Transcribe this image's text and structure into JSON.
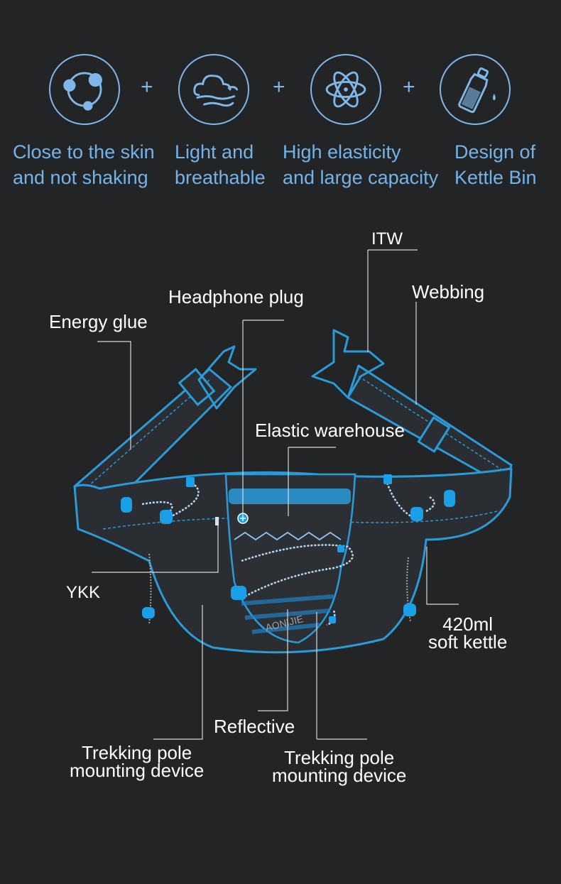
{
  "features": [
    {
      "icon": "orbit-dots-icon",
      "line1": "Close to the skin",
      "line2": "and not shaking"
    },
    {
      "icon": "cloud-wind-icon",
      "line1": "Light and",
      "line2": "breathable"
    },
    {
      "icon": "atom-icon",
      "line1": "High elasticity",
      "line2": "and large capacity"
    },
    {
      "icon": "water-bottle-icon",
      "line1": "Design of",
      "line2": "Kettle Bin"
    }
  ],
  "plus_sign": "+",
  "callouts": {
    "itw": "ITW",
    "webbing": "Webbing",
    "headphone_plug": "Headphone plug",
    "energy_glue": "Energy glue",
    "elastic_warehouse": "Elastic warehouse",
    "ykk": "YKK",
    "kettle_line1": "420ml",
    "kettle_line2": "soft kettle",
    "reflective": "Reflective",
    "trekking_left_line1": "Trekking pole",
    "trekking_left_line2": "mounting device",
    "trekking_right_line1": "Trekking pole",
    "trekking_right_line2": "mounting device"
  },
  "product": {
    "brand_text": "AONIJIE"
  },
  "colors": {
    "background": "#232426",
    "accent_blue": "#74b3ea",
    "belt_outline": "#2a9bd8",
    "toggle_blue": "#1aa0e8"
  }
}
